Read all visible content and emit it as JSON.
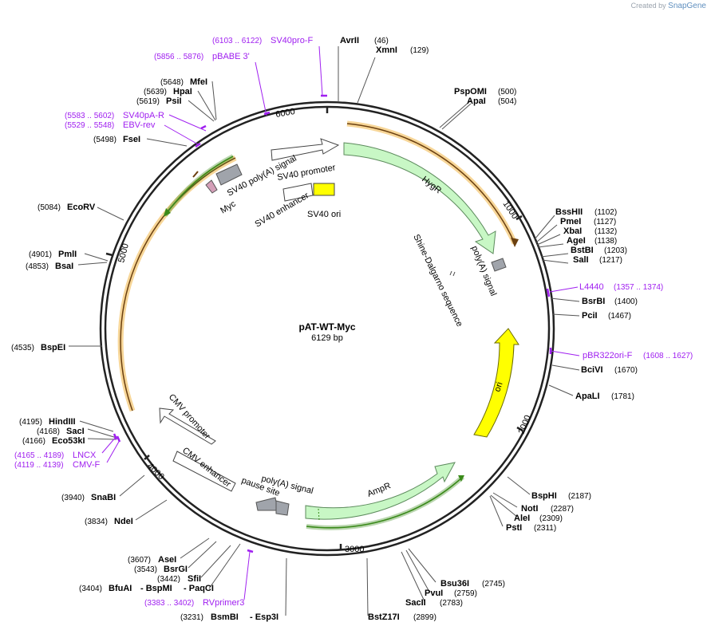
{
  "credit": {
    "prefix": "Created by",
    "brand": "SnapGene"
  },
  "plasmid": {
    "name": "pAT-WT-Myc",
    "length": "6129 bp"
  },
  "ticks": [
    "1000",
    "2000",
    "3000",
    "4000",
    "5000",
    "6000"
  ],
  "enzymes": [
    {
      "name": "AvrII",
      "pos": "(46)"
    },
    {
      "name": "XmnI",
      "pos": "(129)"
    },
    {
      "name": "PspOMI",
      "pos": "(500)"
    },
    {
      "name": "ApaI",
      "pos": "(504)"
    },
    {
      "name": "BssHII",
      "pos": "(1102)"
    },
    {
      "name": "PmeI",
      "pos": "(1127)"
    },
    {
      "name": "XbaI",
      "pos": "(1132)"
    },
    {
      "name": "AgeI",
      "pos": "(1138)"
    },
    {
      "name": "BstBI",
      "pos": "(1203)"
    },
    {
      "name": "SalI",
      "pos": "(1217)"
    },
    {
      "name": "BsrBI",
      "pos": "(1400)"
    },
    {
      "name": "PciI",
      "pos": "(1467)"
    },
    {
      "name": "BciVI",
      "pos": "(1670)"
    },
    {
      "name": "ApaLI",
      "pos": "(1781)"
    },
    {
      "name": "BspHI",
      "pos": "(2187)"
    },
    {
      "name": "NotI",
      "pos": "(2287)"
    },
    {
      "name": "AleI",
      "pos": "(2309)"
    },
    {
      "name": "PstI",
      "pos": "(2311)"
    },
    {
      "name": "Bsu36I",
      "pos": "(2745)"
    },
    {
      "name": "PvuI",
      "pos": "(2759)"
    },
    {
      "name": "SacII",
      "pos": "(2783)"
    },
    {
      "name": "BstZ17I",
      "pos": "(2899)"
    },
    {
      "name": "BsmBI",
      "pos": "(3231)",
      "name2": "Esp3I"
    },
    {
      "name": "BfuAI",
      "pos": "(3404)",
      "name2": "BspMI",
      "name3": "PaqCI"
    },
    {
      "name": "SfiI",
      "pos": "(3442)"
    },
    {
      "name": "BsrGI",
      "pos": "(3543)"
    },
    {
      "name": "AseI",
      "pos": "(3607)"
    },
    {
      "name": "NdeI",
      "pos": "(3834)"
    },
    {
      "name": "SnaBI",
      "pos": "(3940)"
    },
    {
      "name": "Eco53kI",
      "pos": "(4166)"
    },
    {
      "name": "SacI",
      "pos": "(4168)"
    },
    {
      "name": "HindIII",
      "pos": "(4195)"
    },
    {
      "name": "BspEI",
      "pos": "(4535)"
    },
    {
      "name": "BsaI",
      "pos": "(4853)"
    },
    {
      "name": "PmlI",
      "pos": "(4901)"
    },
    {
      "name": "EcoRV",
      "pos": "(5084)"
    },
    {
      "name": "FseI",
      "pos": "(5498)"
    },
    {
      "name": "PsiI",
      "pos": "(5619)"
    },
    {
      "name": "HpaI",
      "pos": "(5639)"
    },
    {
      "name": "MfeI",
      "pos": "(5648)"
    }
  ],
  "primers": [
    {
      "name": "SV40pro-F",
      "range": "(6103 .. 6122)"
    },
    {
      "name": "pBABE 3'",
      "range": "(5856 .. 5876)"
    },
    {
      "name": "SV40pA-R",
      "range": "(5583 .. 5602)"
    },
    {
      "name": "EBV-rev",
      "range": "(5529 .. 5548)"
    },
    {
      "name": "L4440",
      "range": "(1357 .. 1374)"
    },
    {
      "name": "pBR322ori-F",
      "range": "(1608 .. 1627)"
    },
    {
      "name": "LNCX",
      "range": "(4165 .. 4189)"
    },
    {
      "name": "CMV-F",
      "range": "(4119 .. 4139)"
    },
    {
      "name": "RVprimer3",
      "range": "(3383 .. 3402)"
    }
  ],
  "features": {
    "hygr": "HygR",
    "ori": "ori",
    "ampr": "AmpR",
    "sv40_promoter": "SV40 promoter",
    "sv40_enhancer": "SV40 enhancer",
    "sv40_ori": "SV40 ori",
    "sv40_polya": "SV40 poly(A) signal",
    "myc": "Myc",
    "polya_signal": "poly(A) signal",
    "shine_dalgarno": "Shine-Dalgarno sequence",
    "cmv_promoter": "CMV promoter",
    "cmv_enhancer": "CMV enhancer",
    "pause_site": "pause site",
    "polya_signal_2": "poly(A) signal"
  },
  "colors": {
    "backbone": "#222222",
    "arrow_fill": "#c8f7c5",
    "arrow_stroke": "#5c8a5c",
    "ori_fill": "#ffff00",
    "orf_orange": "#f0b443",
    "orf_green": "#3a8a1a",
    "primer": "#a020f0",
    "gray_feature": "#a0a4ab",
    "myc_fill": "#d49fb8"
  }
}
